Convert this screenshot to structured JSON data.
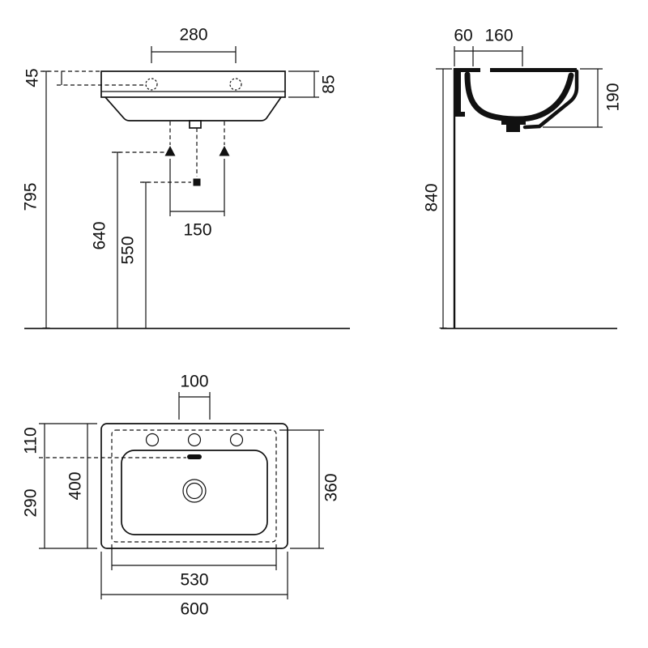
{
  "colors": {
    "background": "#ffffff",
    "line": "#111111"
  },
  "front_view": {
    "tap_hole_spacing": "280",
    "rim_to_tap_hole": "45",
    "apron_height": "85",
    "rim_height": "795",
    "fixing_height": "640",
    "waste_height": "550",
    "fixing_spacing": "150"
  },
  "side_view": {
    "wall_offset": "60",
    "tap_hole_depth": "160",
    "basin_height": "190",
    "overall_height": "840"
  },
  "plan_view": {
    "tap_hole_spacing": "100",
    "back_edge_depth": "110",
    "overall_depth": "400",
    "front_depth": "290",
    "bowl_depth": "360",
    "fixing_width": "530",
    "overall_width": "600"
  }
}
